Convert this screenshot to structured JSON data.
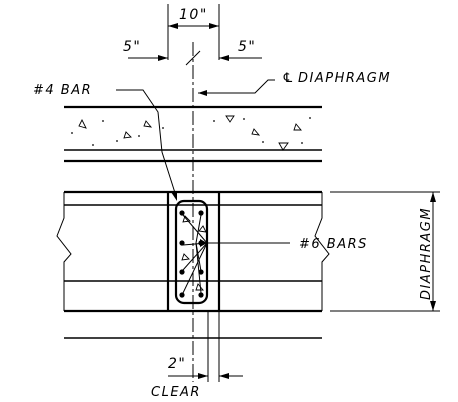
{
  "labels": {
    "total_width": "10\"",
    "half_left": "5\"",
    "half_right": "5\"",
    "centerline_symbol": "℄",
    "centerline": "DIAPHRAGM",
    "bar4": "#4 BAR",
    "bar6": "#6 BARS",
    "diaphragm_dim": "DIAPHRAGM",
    "clear_dim": "2\"",
    "clear_word": "CLEAR"
  }
}
